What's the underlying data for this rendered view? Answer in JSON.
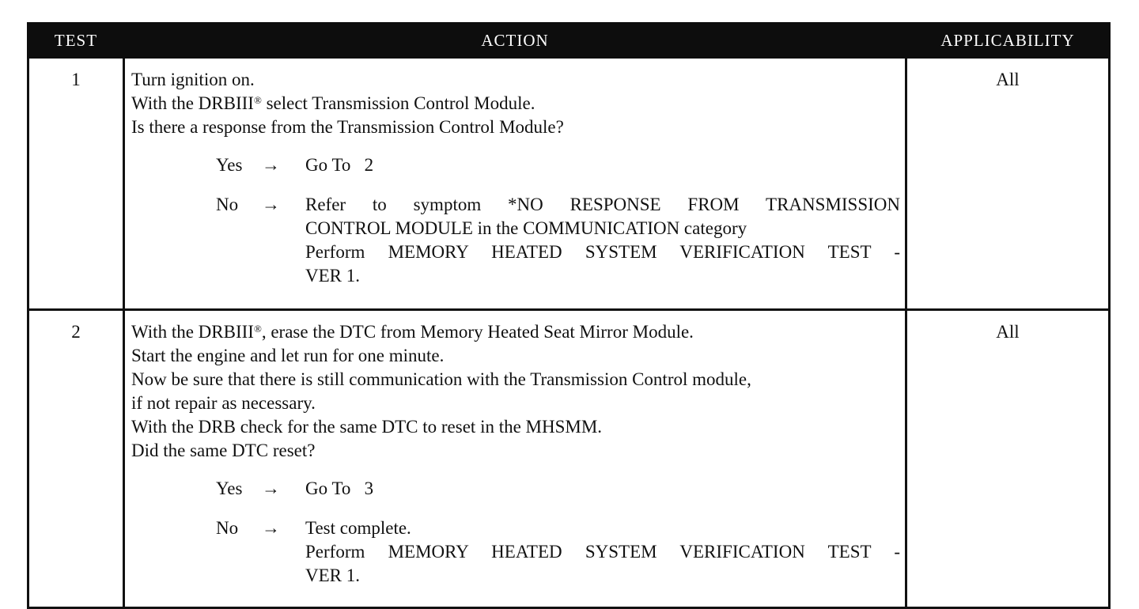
{
  "table": {
    "headers": {
      "test": "TEST",
      "action": "ACTION",
      "applicability": "APPLICABILITY"
    },
    "rows": [
      {
        "test": "1",
        "applicability": "All",
        "lines": [
          "Turn ignition on.",
          "With the DRBIII",
          "select Transmission Control Module.",
          "Is there a response from the Transmission Control Module?"
        ],
        "registered_mark": "®",
        "yes": {
          "label": "Yes",
          "arrow": "→",
          "text": "Go To   2"
        },
        "no": {
          "label": "No",
          "arrow": "→",
          "lines": [
            "Refer to symptom *NO RESPONSE FROM TRANSMISSION",
            "CONTROL MODULE in the COMMUNICATION category",
            "Perform MEMORY HEATED SYSTEM VERIFICATION TEST -",
            "VER 1."
          ]
        }
      },
      {
        "test": "2",
        "applicability": "All",
        "lines": [
          "With the DRBIII",
          ", erase the DTC from Memory Heated Seat Mirror Module.",
          "Start the engine and let run for one minute.",
          "Now be sure that there is still communication with the Transmission Control module,",
          "if not repair as necessary.",
          "With the DRB check for the same DTC to reset in the MHSMM.",
          "Did the same DTC reset?"
        ],
        "registered_mark": "®",
        "yes": {
          "label": "Yes",
          "arrow": "→",
          "text": "Go To   3"
        },
        "no": {
          "label": "No",
          "arrow": "→",
          "lines": [
            "Test complete.",
            "Perform MEMORY HEATED SYSTEM VERIFICATION TEST -",
            "VER 1."
          ]
        }
      }
    ]
  }
}
